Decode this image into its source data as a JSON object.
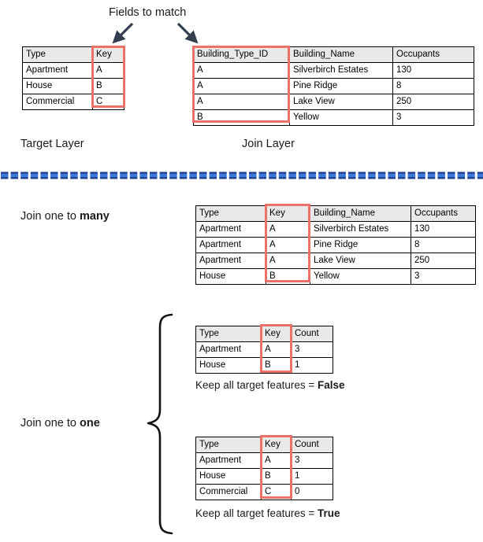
{
  "annotations": {
    "fields_to_match": "Fields to match",
    "target_layer": "Target Layer",
    "join_layer": "Join Layer",
    "join_one_to_many_prefix": "Join one to ",
    "join_one_to_many_emphasis": "many",
    "join_one_to_one_prefix": "Join one to ",
    "join_one_to_one_emphasis": "one",
    "keep_false_prefix": "Keep all target features = ",
    "keep_false_emphasis": "False",
    "keep_true_prefix": "Keep all target features = ",
    "keep_true_emphasis": "True"
  },
  "colors": {
    "highlight_red": "#ed7168",
    "arrow_navy": "#333f4f",
    "divider_blue_dark": "#1f3e8c",
    "divider_blue_light": "#3c78d8",
    "header_gray": "#e9e9e9",
    "table_border": "#000000"
  },
  "target_table": {
    "headers": [
      "Type",
      "Key"
    ],
    "rows": [
      [
        "Apartment",
        "A"
      ],
      [
        "House",
        "B"
      ],
      [
        "Commercial",
        "C"
      ]
    ],
    "highlight_column": "Key"
  },
  "join_table": {
    "headers": [
      "Building_Type_ID",
      "Building_Name",
      "Occupants"
    ],
    "rows": [
      [
        "A",
        "Silverbirch Estates",
        "130"
      ],
      [
        "A",
        "Pine Ridge",
        "8"
      ],
      [
        "A",
        "Lake View",
        "250"
      ],
      [
        "B",
        "Yellow",
        "3"
      ]
    ],
    "highlight_column": "Building_Type_ID"
  },
  "one_to_many_table": {
    "headers": [
      "Type",
      "Key",
      "Building_Name",
      "Occupants"
    ],
    "rows": [
      [
        "Apartment",
        "A",
        "Silverbirch Estates",
        "130"
      ],
      [
        "Apartment",
        "A",
        "Pine Ridge",
        "8"
      ],
      [
        "Apartment",
        "A",
        "Lake View",
        "250"
      ],
      [
        "House",
        "B",
        "Yellow",
        "3"
      ]
    ],
    "highlight_column": "Key"
  },
  "one_to_one_false_table": {
    "headers": [
      "Type",
      "Key",
      "Count"
    ],
    "rows": [
      [
        "Apartment",
        "A",
        "3"
      ],
      [
        "House",
        "B",
        "1"
      ]
    ],
    "highlight_column": "Key"
  },
  "one_to_one_true_table": {
    "headers": [
      "Type",
      "Key",
      "Count"
    ],
    "rows": [
      [
        "Apartment",
        "A",
        "3"
      ],
      [
        "House",
        "B",
        "1"
      ],
      [
        "Commercial",
        "C",
        "0"
      ]
    ],
    "highlight_column": "Key"
  }
}
